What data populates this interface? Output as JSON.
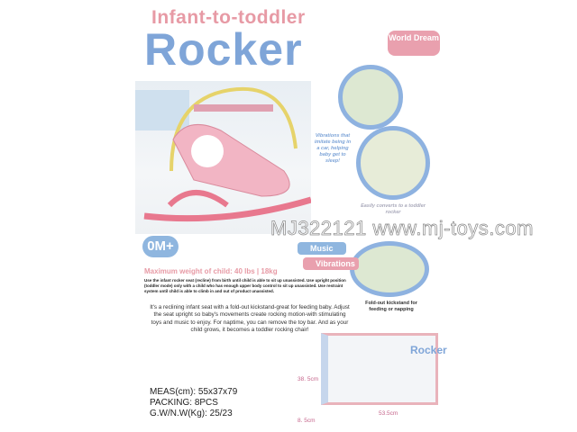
{
  "header": {
    "subtitle": "Infant-to-toddler",
    "title": "Rocker",
    "brand": "World Dream"
  },
  "badges": {
    "age": "0M+",
    "music": "Music",
    "vibrations": "Vibrations"
  },
  "captions": [
    "Vibrations that imitate being in a car, helping baby get to sleep!",
    "Easily converts to a toddler rocker",
    "Fold-out kickstand for feeding or napping"
  ],
  "max_weight": "Maximum weight of child: 40 lbs | 18kg",
  "warnings": "Use the infant rocker seat (recline) from birth until child is able to sit up unassisted. Use upright position (toddler mode) only with a child who has enough upper body control to sit up unassisted. Use restraint system until child is able to climb in and out of product unassisted.",
  "description": "It's a reclining infant seat with a fold-out kickstand-great for feeding baby. Adjust the seat upright so baby's movements create rocking motion-with stimulating toys and music to enjoy. For naptime, you can remove the toy bar. And as your child grows, it becomes a toddler rocking chair!",
  "specs": [
    "MEAS(cm): 55x37x79",
    "PACKING: 8PCS",
    "G.W/N.W(Kg): 25/23"
  ],
  "watermark": "MJ322121 www.mj-toys.com",
  "box": {
    "title": "Rocker",
    "height": "38. 5cm",
    "depth": "8. 5cm",
    "width": "53.5cm"
  }
}
